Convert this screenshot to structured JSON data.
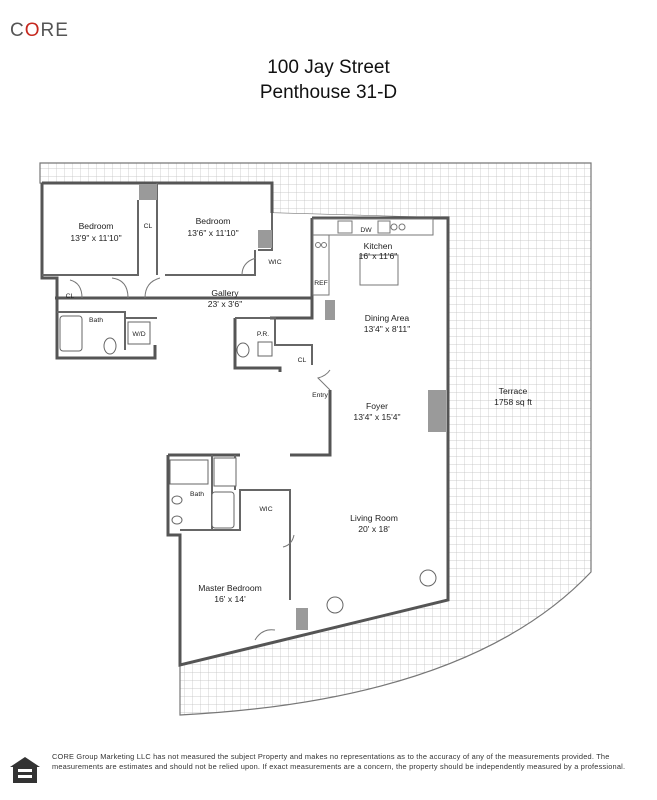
{
  "brand": {
    "logo_pre": "C",
    "logo_o": "O",
    "logo_post": "RE"
  },
  "header": {
    "line1": "100 Jay Street",
    "line2": "Penthouse 31-D"
  },
  "rooms": {
    "bedroom1": {
      "name": "Bedroom",
      "size": "13'9\" x 11'10\""
    },
    "bedroom2": {
      "name": "Bedroom",
      "size": "13'6\" x 11'10\""
    },
    "kitchen": {
      "name": "Kitchen",
      "size": "16' x 11'6\""
    },
    "gallery": {
      "name": "Gallery",
      "size": "23' x 3'6\""
    },
    "dining": {
      "name": "Dining Area",
      "size": "13'4\" x 8'11\""
    },
    "foyer": {
      "name": "Foyer",
      "size": "13'4\" x 15'4\""
    },
    "living": {
      "name": "Living Room",
      "size": "20' x 18'"
    },
    "master": {
      "name": "Master Bedroom",
      "size": "16' x 14'"
    },
    "terrace": {
      "name": "Terrace",
      "size": "1758 sq ft"
    }
  },
  "small_labels": {
    "cl_bed1": "CL",
    "cl_gallery": "CL",
    "cl_hall": "CL",
    "bath1": "Bath",
    "bath2": "Bath",
    "wd": "W/D",
    "pr": "P.R.",
    "wic1": "WIC",
    "wic2": "WIC",
    "dw": "DW",
    "ref": "REF",
    "entry": "Entry"
  },
  "footer": {
    "disclaimer": "CORE Group Marketing LLC has not measured the subject Property and makes no representations as to the accuracy of any of the measurements provided. The measurements are estimates and should not be relied upon. If exact measurements are a concern, the property should be independently measured by a professional."
  }
}
